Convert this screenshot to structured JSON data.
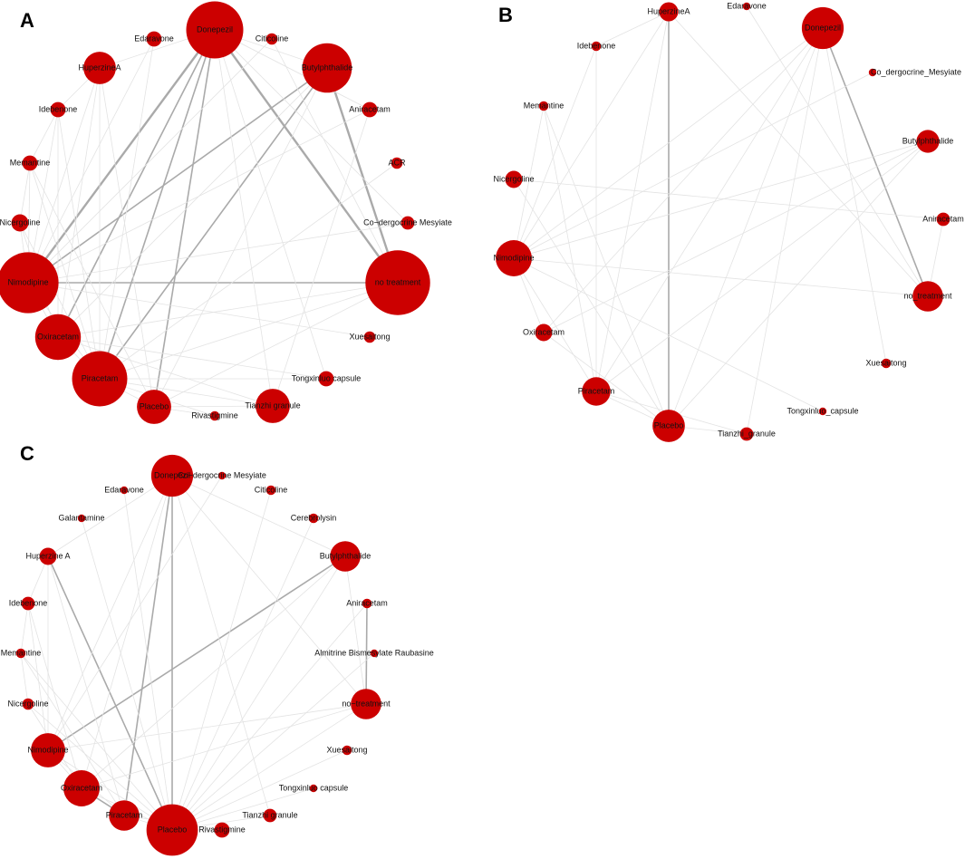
{
  "colors": {
    "node": "#cc0000",
    "edge_strong": "#aaaaaa",
    "edge_weak": "#e3e3e3"
  },
  "panels": [
    {
      "id": "A",
      "label": "A",
      "nodes": [
        {
          "id": "donepezil",
          "label": "Donepezil",
          "size": 3
        },
        {
          "id": "citicoline",
          "label": "Citicoline",
          "size": 0.6
        },
        {
          "id": "butylphthalide",
          "label": "Butylphthalide",
          "size": 2.6
        },
        {
          "id": "aniracetam",
          "label": "Aniracetam",
          "size": 0.8
        },
        {
          "id": "acr",
          "label": "ACR",
          "size": 0.6
        },
        {
          "id": "co_dergocrine",
          "label": "Co−dergocrine Mesyiate",
          "size": 0.7
        },
        {
          "id": "no_treatment",
          "label": "no treatment",
          "size": 3.4
        },
        {
          "id": "xuesaitong",
          "label": "Xuesaitong",
          "size": 0.6
        },
        {
          "id": "tongxinluo",
          "label": "Tongxinluo capsule",
          "size": 0.8
        },
        {
          "id": "tianzhi",
          "label": "Tianzhi granule",
          "size": 1.8
        },
        {
          "id": "rivastigmine",
          "label": "Rivastigmine",
          "size": 0.5
        },
        {
          "id": "placebo",
          "label": "Placebo",
          "size": 1.8
        },
        {
          "id": "piracetam",
          "label": "Piracetam",
          "size": 2.9
        },
        {
          "id": "oxiracetam",
          "label": "Oxiracetam",
          "size": 2.4
        },
        {
          "id": "nimodipine",
          "label": "Nimodipine",
          "size": 3.2
        },
        {
          "id": "nicergoline",
          "label": "Nicergoline",
          "size": 0.9
        },
        {
          "id": "memantine",
          "label": "Memantine",
          "size": 0.8
        },
        {
          "id": "idebenone",
          "label": "Idebenone",
          "size": 0.8
        },
        {
          "id": "huperzine",
          "label": "HuperzineA",
          "size": 1.7
        },
        {
          "id": "edaravone",
          "label": "Edaravone",
          "size": 0.8
        }
      ],
      "edges": [
        [
          "donepezil",
          "nimodipine",
          3
        ],
        [
          "donepezil",
          "piracetam",
          2
        ],
        [
          "donepezil",
          "oxiracetam",
          2
        ],
        [
          "donepezil",
          "no_treatment",
          3
        ],
        [
          "donepezil",
          "placebo",
          2
        ],
        [
          "butylphthalide",
          "nimodipine",
          2
        ],
        [
          "butylphthalide",
          "piracetam",
          2
        ],
        [
          "butylphthalide",
          "no_treatment",
          3
        ],
        [
          "nimodipine",
          "no_treatment",
          2
        ],
        [
          "oxiracetam",
          "no_treatment",
          1
        ],
        [
          "piracetam",
          "acr",
          1
        ],
        [
          "placebo",
          "tianzhi",
          1
        ],
        [
          "piracetam",
          "tianzhi",
          1
        ],
        [
          "piracetam",
          "placebo",
          1
        ],
        [
          "nimodipine",
          "huperzine",
          1
        ],
        [
          "nimodipine",
          "idebenone",
          1
        ],
        [
          "nimodipine",
          "memantine",
          1
        ],
        [
          "nimodipine",
          "nicergoline",
          1
        ],
        [
          "oxiracetam",
          "huperzine",
          1
        ],
        [
          "piracetam",
          "idebenone",
          1
        ],
        [
          "placebo",
          "memantine",
          1
        ],
        [
          "huperzine",
          "placebo",
          1
        ],
        [
          "edaravone",
          "nimodipine",
          1
        ],
        [
          "edaravone",
          "piracetam",
          1
        ],
        [
          "citicoline",
          "nimodipine",
          1
        ],
        [
          "citicoline",
          "no_treatment",
          1
        ],
        [
          "aniracetam",
          "nimodipine",
          1
        ],
        [
          "aniracetam",
          "tianzhi",
          1
        ],
        [
          "co_dergocrine",
          "nimodipine",
          1
        ],
        [
          "xuesaitong",
          "nimodipine",
          1
        ],
        [
          "tongxinluo",
          "piracetam",
          1
        ],
        [
          "tongxinluo",
          "oxiracetam",
          1
        ],
        [
          "rivastigmine",
          "piracetam",
          1
        ],
        [
          "rivastigmine",
          "placebo",
          1
        ],
        [
          "tianzhi",
          "oxiracetam",
          1
        ],
        [
          "donepezil",
          "huperzine",
          1
        ],
        [
          "donepezil",
          "butylphthalide",
          1
        ],
        [
          "butylphthalide",
          "oxiracetam",
          1
        ],
        [
          "butylphthalide",
          "placebo",
          1
        ],
        [
          "huperzine",
          "piracetam",
          1
        ],
        [
          "idebenone",
          "oxiracetam",
          1
        ],
        [
          "memantine",
          "piracetam",
          1
        ],
        [
          "nicergoline",
          "oxiracetam",
          1
        ],
        [
          "donepezil",
          "tianzhi",
          1
        ],
        [
          "donepezil",
          "tongxinluo",
          1
        ],
        [
          "no_treatment",
          "piracetam",
          1
        ],
        [
          "no_treatment",
          "placebo",
          1
        ],
        [
          "nicergoline",
          "piracetam",
          1
        ],
        [
          "huperzine",
          "idebenone",
          1
        ],
        [
          "memantine",
          "nicergoline",
          1
        ],
        [
          "idebenone",
          "memantine",
          1
        ],
        [
          "oxiracetam",
          "piracetam",
          1
        ],
        [
          "nimodipine",
          "oxiracetam",
          1
        ],
        [
          "nimodipine",
          "piracetam",
          1
        ],
        [
          "co_dergocrine",
          "donepezil",
          1
        ],
        [
          "aniracetam",
          "donepezil",
          1
        ]
      ]
    },
    {
      "id": "B",
      "label": "B",
      "nodes": [
        {
          "id": "huperzine",
          "label": "HuperzineA",
          "size": 1.0
        },
        {
          "id": "edaravone",
          "label": "Edaravone",
          "size": 0.4
        },
        {
          "id": "donepezil",
          "label": "Donepezil",
          "size": 2.2
        },
        {
          "id": "co_dergocrine",
          "label": "Co_dergocrine_Mesyiate",
          "size": 0.4
        },
        {
          "id": "butylphthalide",
          "label": "Butylphthalide",
          "size": 1.2
        },
        {
          "id": "aniracetam",
          "label": "Aniracetam",
          "size": 0.7
        },
        {
          "id": "no_treatment",
          "label": "no_treatment",
          "size": 1.6
        },
        {
          "id": "xuesaitong",
          "label": "Xuesaitong",
          "size": 0.5
        },
        {
          "id": "tongxinluo",
          "label": "Tongxinluo_capsule",
          "size": 0.4
        },
        {
          "id": "tianzhi",
          "label": "Tianzhi_granule",
          "size": 0.7
        },
        {
          "id": "placebo",
          "label": "Placebo",
          "size": 1.7
        },
        {
          "id": "piracetam",
          "label": "Piracetam",
          "size": 1.5
        },
        {
          "id": "oxiracetam",
          "label": "Oxiracetam",
          "size": 0.9
        },
        {
          "id": "nimodipine",
          "label": "Nimodipine",
          "size": 1.9
        },
        {
          "id": "nicergoline",
          "label": "Nicergoline",
          "size": 0.9
        },
        {
          "id": "memantine",
          "label": "Memantine",
          "size": 0.5
        },
        {
          "id": "idebenone",
          "label": "Idebenone",
          "size": 0.5
        }
      ],
      "edges": [
        [
          "huperzine",
          "placebo",
          2
        ],
        [
          "donepezil",
          "no_treatment",
          2
        ],
        [
          "nimodipine",
          "no_treatment",
          1
        ],
        [
          "donepezil",
          "nimodipine",
          1
        ],
        [
          "donepezil",
          "piracetam",
          1
        ],
        [
          "donepezil",
          "placebo",
          1
        ],
        [
          "donepezil",
          "oxiracetam",
          1
        ],
        [
          "huperzine",
          "piracetam",
          1
        ],
        [
          "huperzine",
          "nimodipine",
          1
        ],
        [
          "idebenone",
          "nimodipine",
          1
        ],
        [
          "idebenone",
          "piracetam",
          1
        ],
        [
          "memantine",
          "placebo",
          1
        ],
        [
          "memantine",
          "piracetam",
          1
        ],
        [
          "nicergoline",
          "aniracetam",
          1
        ],
        [
          "butylphthalide",
          "nimodipine",
          1
        ],
        [
          "butylphthalide",
          "piracetam",
          1
        ],
        [
          "butylphthalide",
          "placebo",
          1
        ],
        [
          "aniracetam",
          "no_treatment",
          1
        ],
        [
          "xuesaitong",
          "donepezil",
          1
        ],
        [
          "tongxinluo",
          "nimodipine",
          1
        ],
        [
          "tianzhi",
          "piracetam",
          1
        ],
        [
          "tianzhi",
          "placebo",
          1
        ],
        [
          "edaravone",
          "no_treatment",
          1
        ],
        [
          "co_dergocrine",
          "nimodipine",
          1
        ],
        [
          "oxiracetam",
          "nimodipine",
          1
        ],
        [
          "piracetam",
          "placebo",
          1
        ],
        [
          "piracetam",
          "nimodipine",
          1
        ],
        [
          "huperzine",
          "idebenone",
          1
        ],
        [
          "memantine",
          "nimodipine",
          1
        ],
        [
          "nicergoline",
          "placebo",
          1
        ],
        [
          "butylphthalide",
          "oxiracetam",
          1
        ],
        [
          "oxiracetam",
          "placebo",
          1
        ],
        [
          "donepezil",
          "tianzhi",
          1
        ],
        [
          "huperzine",
          "no_treatment",
          1
        ]
      ]
    },
    {
      "id": "C",
      "label": "C",
      "nodes": [
        {
          "id": "donepezil",
          "label": "Donepezil",
          "size": 2.2
        },
        {
          "id": "co_dergocrine",
          "label": "Co−dergocrine Mesyiate",
          "size": 0.4
        },
        {
          "id": "citicoline",
          "label": "Citicoline",
          "size": 0.5
        },
        {
          "id": "cerebrolysin",
          "label": "Cerebrolysin",
          "size": 0.5
        },
        {
          "id": "butylphthalide",
          "label": "Butylphthalide",
          "size": 1.6
        },
        {
          "id": "aniracetam",
          "label": "Aniracetam",
          "size": 0.5
        },
        {
          "id": "almitrine",
          "label": "Almitrine Bismesylate Raubasine",
          "size": 0.4
        },
        {
          "id": "no_treatment",
          "label": "no−treatment",
          "size": 1.6
        },
        {
          "id": "xuesaitong",
          "label": "Xuesaitong",
          "size": 0.5
        },
        {
          "id": "tongxinluo",
          "label": "Tongxinluo capsule",
          "size": 0.4
        },
        {
          "id": "tianzhi",
          "label": "Tianzhi granule",
          "size": 0.7
        },
        {
          "id": "rivastigmine",
          "label": "Rivastigmine",
          "size": 0.8
        },
        {
          "id": "placebo",
          "label": "Placebo",
          "size": 2.7
        },
        {
          "id": "piracetam",
          "label": "Piracetam",
          "size": 1.6
        },
        {
          "id": "oxiracetam",
          "label": "Oxiracetam",
          "size": 1.9
        },
        {
          "id": "nimodipine",
          "label": "Nimodipine",
          "size": 1.8
        },
        {
          "id": "nicergoline",
          "label": "Nicergoline",
          "size": 0.6
        },
        {
          "id": "memantine",
          "label": "Memantine",
          "size": 0.5
        },
        {
          "id": "idebenone",
          "label": "Idebenone",
          "size": 0.7
        },
        {
          "id": "huperzine",
          "label": "Huperzine A",
          "size": 0.9
        },
        {
          "id": "galantamine",
          "label": "Galantamine",
          "size": 0.4
        },
        {
          "id": "edaravone",
          "label": "Edaravone",
          "size": 0.4
        }
      ],
      "edges": [
        [
          "donepezil",
          "placebo",
          2
        ],
        [
          "donepezil",
          "piracetam",
          2
        ],
        [
          "butylphthalide",
          "nimodipine",
          2
        ],
        [
          "no_treatment",
          "aniracetam",
          2
        ],
        [
          "oxiracetam",
          "piracetam",
          2
        ],
        [
          "huperzine",
          "placebo",
          2
        ],
        [
          "donepezil",
          "oxiracetam",
          1
        ],
        [
          "donepezil",
          "nimodipine",
          1
        ],
        [
          "donepezil",
          "no_treatment",
          1
        ],
        [
          "donepezil",
          "tianzhi",
          1
        ],
        [
          "idebenone",
          "nimodipine",
          1
        ],
        [
          "idebenone",
          "oxiracetam",
          1
        ],
        [
          "memantine",
          "placebo",
          1
        ],
        [
          "memantine",
          "piracetam",
          1
        ],
        [
          "nicergoline",
          "placebo",
          1
        ],
        [
          "nicergoline",
          "oxiracetam",
          1
        ],
        [
          "huperzine",
          "nimodipine",
          1
        ],
        [
          "huperzine",
          "piracetam",
          1
        ],
        [
          "galantamine",
          "placebo",
          1
        ],
        [
          "edaravone",
          "placebo",
          1
        ],
        [
          "citicoline",
          "placebo",
          1
        ],
        [
          "cerebrolysin",
          "placebo",
          1
        ],
        [
          "butylphthalide",
          "placebo",
          1
        ],
        [
          "butylphthalide",
          "oxiracetam",
          1
        ],
        [
          "aniracetam",
          "placebo",
          1
        ],
        [
          "almitrine",
          "placebo",
          1
        ],
        [
          "no_treatment",
          "nimodipine",
          1
        ],
        [
          "no_treatment",
          "oxiracetam",
          1
        ],
        [
          "no_treatment",
          "placebo",
          1
        ],
        [
          "xuesaitong",
          "placebo",
          1
        ],
        [
          "tongxinluo",
          "placebo",
          1
        ],
        [
          "tianzhi",
          "placebo",
          1
        ],
        [
          "rivastigmine",
          "placebo",
          1
        ],
        [
          "rivastigmine",
          "piracetam",
          1
        ],
        [
          "nimodipine",
          "placebo",
          1
        ],
        [
          "nimodipine",
          "oxiracetam",
          1
        ],
        [
          "piracetam",
          "placebo",
          1
        ],
        [
          "oxiracetam",
          "placebo",
          1
        ],
        [
          "co_dergocrine",
          "nimodipine",
          1
        ],
        [
          "huperzine",
          "idebenone",
          1
        ],
        [
          "memantine",
          "idebenone",
          1
        ],
        [
          "nicergoline",
          "memantine",
          1
        ],
        [
          "donepezil",
          "huperzine",
          1
        ],
        [
          "donepezil",
          "butylphthalide",
          1
        ],
        [
          "no_treatment",
          "butylphthalide",
          1
        ],
        [
          "nimodipine",
          "piracetam",
          1
        ]
      ]
    }
  ]
}
